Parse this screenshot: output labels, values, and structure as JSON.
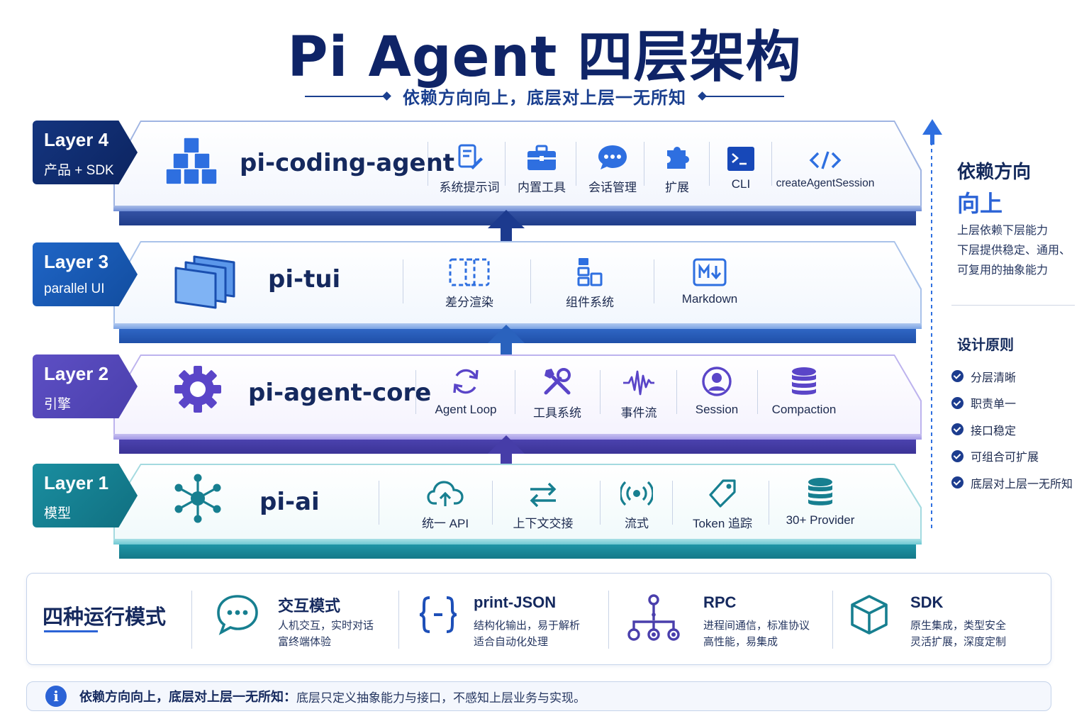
{
  "title": "Pi Agent 四层架构",
  "subtitle": "依赖方向向上，底层对上层一无所知",
  "layers": [
    {
      "tag": "Layer 4",
      "tag_sub": "产品 + SDK",
      "name": "pi-coding-agent",
      "icon": "cubes-icon",
      "color": "#0f2a6b",
      "features": [
        {
          "label": "系统提示词",
          "icon": "document-edit-icon"
        },
        {
          "label": "内置工具",
          "icon": "toolbox-icon"
        },
        {
          "label": "会话管理",
          "icon": "chat-bubble-icon"
        },
        {
          "label": "扩展",
          "icon": "puzzle-icon"
        },
        {
          "label": "CLI",
          "icon": "terminal-icon"
        },
        {
          "label": "createAgentSession",
          "icon": "code-icon"
        }
      ]
    },
    {
      "tag": "Layer 3",
      "tag_sub": "parallel UI",
      "name": "pi-tui",
      "icon": "windows-stack-icon",
      "color": "#1d5fc0",
      "features": [
        {
          "label": "差分渲染",
          "icon": "dashed-frame-icon"
        },
        {
          "label": "组件系统",
          "icon": "components-icon"
        },
        {
          "label": "Markdown",
          "icon": "markdown-icon"
        }
      ]
    },
    {
      "tag": "Layer 2",
      "tag_sub": "引擎",
      "name": "pi-agent-core",
      "icon": "gear-icon",
      "color": "#5346b8",
      "features": [
        {
          "label": "Agent Loop",
          "icon": "loop-icon"
        },
        {
          "label": "工具系统",
          "icon": "tools-icon"
        },
        {
          "label": "事件流",
          "icon": "waveform-icon"
        },
        {
          "label": "Session",
          "icon": "user-circle-icon"
        },
        {
          "label": "Compaction",
          "icon": "database-icon"
        }
      ]
    },
    {
      "tag": "Layer 1",
      "tag_sub": "模型",
      "name": "pi-ai",
      "icon": "network-icon",
      "color": "#137789",
      "features": [
        {
          "label": "统一 API",
          "icon": "cloud-upload-icon"
        },
        {
          "label": "上下文交接",
          "icon": "swap-arrows-icon"
        },
        {
          "label": "流式",
          "icon": "broadcast-icon"
        },
        {
          "label": "Token 追踪",
          "icon": "tag-icon"
        },
        {
          "label": "30+ Provider",
          "icon": "database-icon"
        }
      ]
    }
  ],
  "side": {
    "heading": "依赖方向",
    "heading_accent": "向上",
    "desc": [
      "上层依赖下层能力",
      "下层提供稳定、通用、",
      "可复用的抽象能力"
    ],
    "principles_title": "设计原则",
    "principles": [
      "分层清晰",
      "职责单一",
      "接口稳定",
      "可组合可扩展",
      "底层对上层一无所知"
    ]
  },
  "modes": {
    "title": "四种运行模式",
    "items": [
      {
        "name": "交互模式",
        "desc": [
          "人机交互，实时对话",
          "富终端体验"
        ],
        "icon": "chat-dots-icon"
      },
      {
        "name": "print-JSON",
        "desc": [
          "结构化输出，易于解析",
          "适合自动化处理"
        ],
        "icon": "braces-icon"
      },
      {
        "name": "RPC",
        "desc": [
          "进程间通信，标准协议",
          "高性能，易集成"
        ],
        "icon": "hierarchy-icon"
      },
      {
        "name": "SDK",
        "desc": [
          "原生集成，类型安全",
          "灵活扩展，深度定制"
        ],
        "icon": "box-icon"
      }
    ]
  },
  "footer": {
    "strong": "依赖方向向上，底层对上层一无所知：",
    "rest": "底层只定义抽象能力与接口，不感知上层业务与实现。"
  }
}
